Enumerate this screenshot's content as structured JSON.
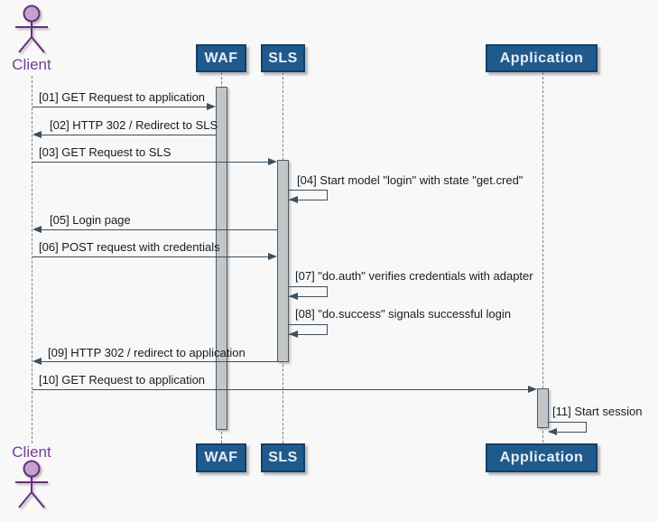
{
  "diagram_type": "plantuml-sequence",
  "actor": {
    "label": "Client"
  },
  "participants": [
    {
      "label": "WAF"
    },
    {
      "label": "SLS"
    },
    {
      "label": "Application"
    }
  ],
  "messages": [
    {
      "id": "01",
      "label": "[01] GET Request to application",
      "from": "Client",
      "to": "WAF"
    },
    {
      "id": "02",
      "label": "[02] HTTP 302 / Redirect to SLS",
      "from": "WAF",
      "to": "Client"
    },
    {
      "id": "03",
      "label": "[03] GET Request to SLS",
      "from": "Client",
      "to": "SLS"
    },
    {
      "id": "04",
      "label": "[04] Start model \"login\" with state \"get.cred\"",
      "from": "SLS",
      "to": "SLS"
    },
    {
      "id": "05",
      "label": "[05] Login page",
      "from": "SLS",
      "to": "Client"
    },
    {
      "id": "06",
      "label": "[06] POST request with credentials",
      "from": "Client",
      "to": "SLS"
    },
    {
      "id": "07",
      "label": "[07] \"do.auth\" verifies credentials with adapter",
      "from": "SLS",
      "to": "SLS"
    },
    {
      "id": "08",
      "label": "[08] \"do.success\" signals successful login",
      "from": "SLS",
      "to": "SLS"
    },
    {
      "id": "09",
      "label": "[09] HTTP 302 / redirect to application",
      "from": "SLS",
      "to": "Client"
    },
    {
      "id": "10",
      "label": "[10] GET Request to application",
      "from": "Client",
      "to": "Application"
    },
    {
      "id": "11",
      "label": "[11] Start session",
      "from": "Application",
      "to": "Application"
    }
  ],
  "colors": {
    "background": "#F8F8F8",
    "participant_fill": "#205A8C",
    "participant_border": "#123F69",
    "participant_text": "#E8EEF4",
    "actor_stroke": "#692C82",
    "actor_head_fill": "#C3A3CD",
    "actor_label": "#7A3B92",
    "arrow": "#3E4F5E",
    "lifeline": "#75808B",
    "activation_fill": "#C2C6C9",
    "activation_border": "#4A5A68",
    "message_text": "#1B1B1B"
  }
}
